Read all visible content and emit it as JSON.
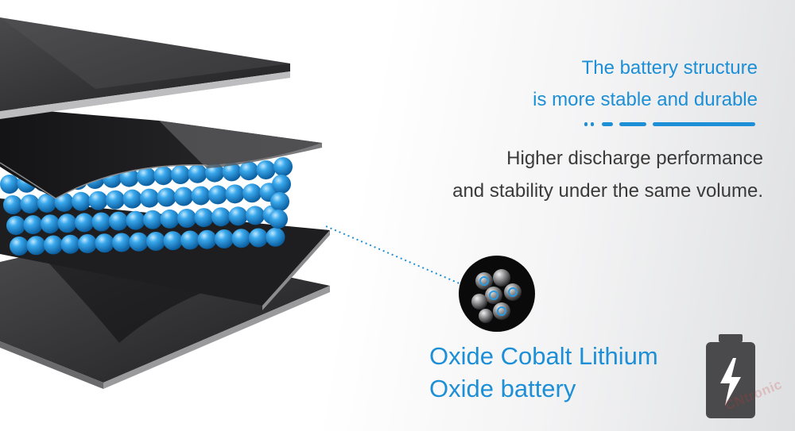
{
  "headline": {
    "line1": "The battery structure",
    "line2": "is more stable and durable"
  },
  "description": {
    "line1": "Higher discharge performance",
    "line2": "and stability under the same volume."
  },
  "caption": {
    "line1": "Oxide Cobalt Lithium",
    "line2": "Oxide battery"
  },
  "watermark_text": "CNtronic",
  "colors": {
    "accent": "#1c8fd6",
    "sphere": "#2a9be0",
    "plate": "#2a2a2c",
    "battery_icon": "#4a4a4c"
  },
  "icons": [
    "battery-cell-layers-illustration",
    "molecule-zoom-icon",
    "battery-charging-icon"
  ]
}
